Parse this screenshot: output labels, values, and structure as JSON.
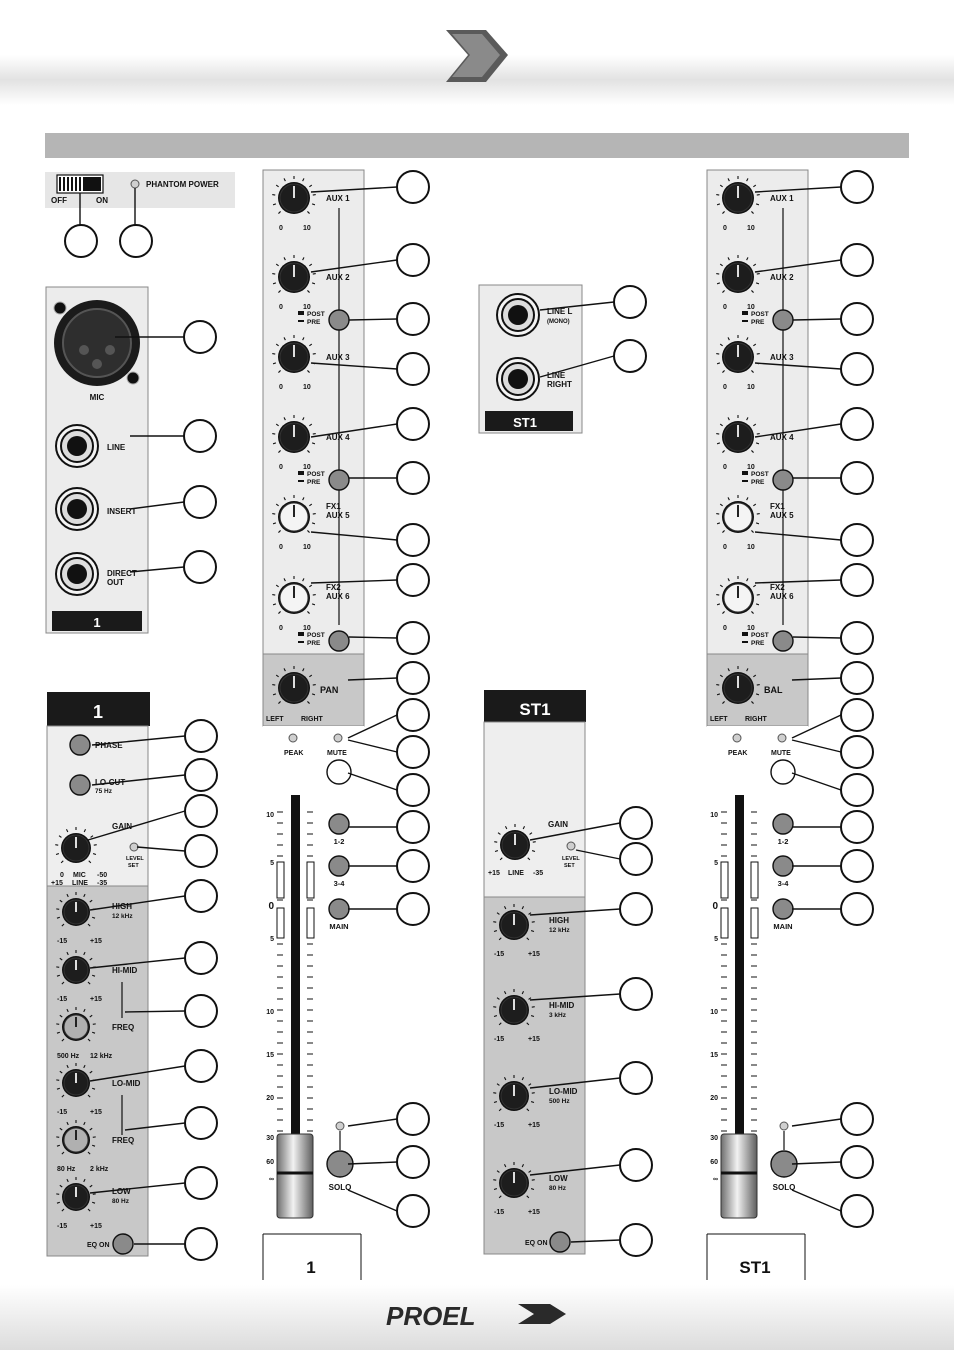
{
  "brand": {
    "logo_text": "PROEL"
  },
  "colors": {
    "panel_light": "#ececec",
    "panel_dark": "#c9c9c9",
    "knob": "#1d1d1d",
    "button": "#8a8a8a",
    "label_bar": "#1a1a1a",
    "header_bar": "#b5b5b5"
  },
  "switch_panel": {
    "phantom_label": "PHANTOM POWER",
    "off_label": "OFF",
    "on_label": "ON"
  },
  "input_panel": {
    "mic_label": "MIC",
    "line_label": "LINE",
    "insert_label": "INSERT",
    "direct_out_label_1": "DIRECT",
    "direct_out_label_2": "OUT",
    "channel_label": "1"
  },
  "mono_strip": {
    "title": "1",
    "phase_label": "PHASE",
    "locut_label": "LO-CUT",
    "locut_freq": "75 Hz",
    "gain_label": "GAIN",
    "level_set_1": "LEVEL",
    "level_set_2": "SET",
    "gain_scale": {
      "min_mic": "0",
      "mic": "MIC",
      "max_mic": "-50",
      "min_line": "+15",
      "line": "LINE",
      "max_line": "-35"
    },
    "eq": [
      {
        "label": "HIGH",
        "sub": "12 kHz",
        "min": "-15",
        "max": "+15",
        "style": "dark"
      },
      {
        "label": "HI-MID",
        "sub": "",
        "min": "-15",
        "max": "+15",
        "style": "dark"
      },
      {
        "label": "FREQ",
        "sub": "",
        "min": "500 Hz",
        "max": "12 kHz",
        "style": "light"
      },
      {
        "label": "LO-MID",
        "sub": "",
        "min": "-15",
        "max": "+15",
        "style": "dark"
      },
      {
        "label": "FREQ",
        "sub": "",
        "min": "80 Hz",
        "max": "2 kHz",
        "style": "light"
      },
      {
        "label": "LOW",
        "sub": "80 Hz",
        "min": "-15",
        "max": "+15",
        "style": "dark"
      }
    ],
    "eq_on_label": "EQ ON"
  },
  "aux_panel_mono": {
    "sends": [
      {
        "label": "AUX 1",
        "label2": "",
        "min": "0",
        "max": "10",
        "style": "dark",
        "postpre": false
      },
      {
        "label": "AUX 2",
        "label2": "",
        "min": "0",
        "max": "10",
        "style": "dark",
        "postpre": true
      },
      {
        "label": "AUX 3",
        "label2": "",
        "min": "0",
        "max": "10",
        "style": "dark",
        "postpre": false
      },
      {
        "label": "AUX 4",
        "label2": "",
        "min": "0",
        "max": "10",
        "style": "dark",
        "postpre": true
      },
      {
        "label": "FX1",
        "label2": "AUX 5",
        "min": "0",
        "max": "10",
        "style": "white",
        "postpre": false
      },
      {
        "label": "FX2",
        "label2": "AUX 6",
        "min": "0",
        "max": "10",
        "style": "white",
        "postpre": true
      }
    ],
    "post_label": "POST",
    "pre_label": "PRE",
    "pan_label": "PAN",
    "left_label": "LEFT",
    "right_label": "RIGHT"
  },
  "fader_section_mono": {
    "peak_label": "PEAK",
    "mute_label": "MUTE",
    "route_labels": [
      "1-2",
      "3-4",
      "MAIN"
    ],
    "scale_labels": [
      "10",
      "5",
      "0",
      "5",
      "10",
      "15",
      "20",
      "30",
      "60",
      "∞"
    ],
    "solo_label": "SOLO",
    "channel_label": "1"
  },
  "stereo_input": {
    "line_l": "LINE L",
    "mono": "(MONO)",
    "line_right_1": "LINE",
    "line_right_2": "RIGHT",
    "label": "ST1"
  },
  "stereo_strip": {
    "title": "ST1",
    "gain_label": "GAIN",
    "level_set_1": "LEVEL",
    "level_set_2": "SET",
    "gain_scale": {
      "min": "+15",
      "line": "LINE",
      "max": "-35"
    },
    "eq": [
      {
        "label": "HIGH",
        "sub": "12 kHz",
        "min": "-15",
        "max": "+15"
      },
      {
        "label": "HI-MID",
        "sub": "3 kHz",
        "min": "-15",
        "max": "+15"
      },
      {
        "label": "LO-MID",
        "sub": "500 Hz",
        "min": "-15",
        "max": "+15"
      },
      {
        "label": "LOW",
        "sub": "80 Hz",
        "min": "-15",
        "max": "+15"
      }
    ],
    "eq_on_label": "EQ ON"
  },
  "aux_panel_stereo": {
    "sends": [
      {
        "label": "AUX 1",
        "label2": "",
        "min": "0",
        "max": "10",
        "style": "dark",
        "postpre": false
      },
      {
        "label": "AUX 2",
        "label2": "",
        "min": "0",
        "max": "10",
        "style": "dark",
        "postpre": true
      },
      {
        "label": "AUX 3",
        "label2": "",
        "min": "0",
        "max": "10",
        "style": "dark",
        "postpre": false
      },
      {
        "label": "AUX 4",
        "label2": "",
        "min": "0",
        "max": "10",
        "style": "dark",
        "postpre": true
      },
      {
        "label": "FX1",
        "label2": "AUX 5",
        "min": "0",
        "max": "10",
        "style": "white",
        "postpre": false
      },
      {
        "label": "FX2",
        "label2": "AUX 6",
        "min": "0",
        "max": "10",
        "style": "white",
        "postpre": true
      }
    ],
    "post_label": "POST",
    "pre_label": "PRE",
    "bal_label": "BAL",
    "left_label": "LEFT",
    "right_label": "RIGHT"
  },
  "fader_section_stereo": {
    "peak_label": "PEAK",
    "mute_label": "MUTE",
    "route_labels": [
      "1-2",
      "3-4",
      "MAIN"
    ],
    "scale_labels": [
      "10",
      "5",
      "0",
      "5",
      "10",
      "15",
      "20",
      "30",
      "60",
      "∞"
    ],
    "solo_label": "SOLO",
    "channel_label": "ST1"
  }
}
